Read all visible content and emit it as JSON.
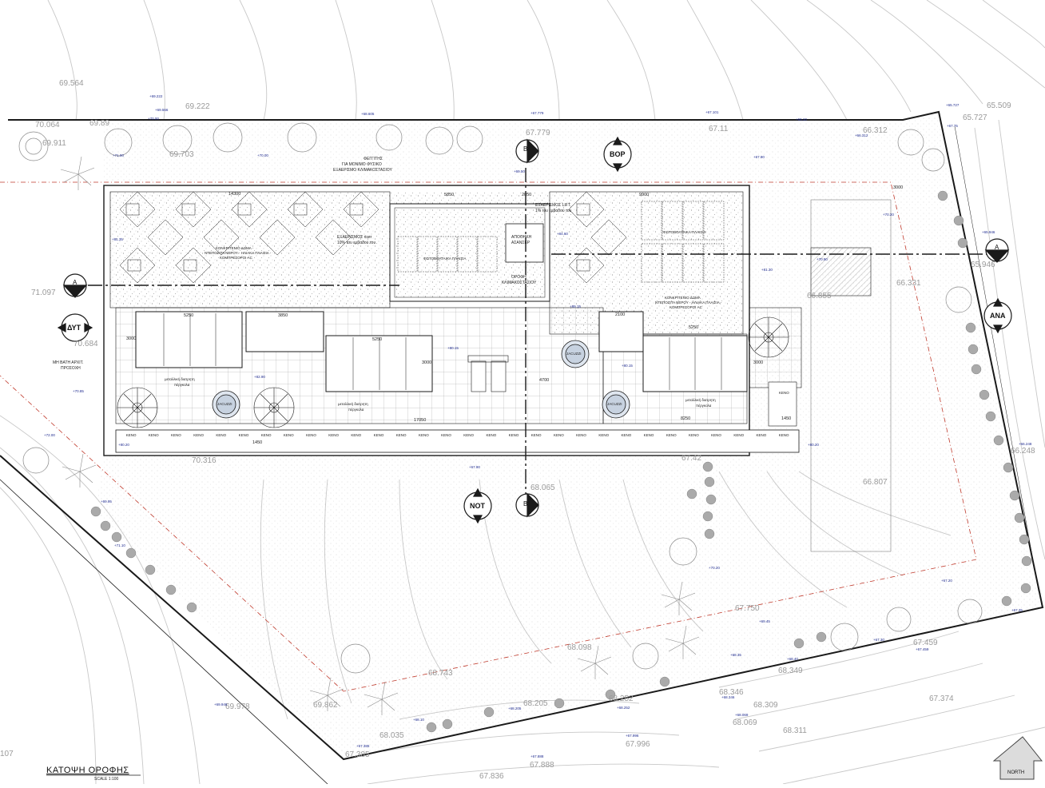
{
  "drawing": {
    "title": "ΚΑΤΟΨΗ ΟΡΟΦΗΣ",
    "scale_label": "SCALE   1:100",
    "north_label": "NORTH"
  },
  "directions": {
    "north": "ΒΟΡ",
    "south": "ΝΟΤ",
    "east": "ΑΝΑ",
    "west": "ΔΥΤ"
  },
  "sections": {
    "a_left": "A",
    "a_right": "A",
    "b_top": "B",
    "b_bottom": "B"
  },
  "notes": {
    "lights": "ΦΕΓΓΙΤΗΣ",
    "lights_2": "ΓΙΑ ΜΟΝΙΜΟ ΦΥΣΙΚΟ",
    "lights_3": "ΕΞΑΕΡΙΣΜΟ ΚΛΙΜΑΚΟΣΤΑΣΙΟΥ",
    "vent_lift": "ΕΞΑΕΡΙΣΜΟΣ LIFT,",
    "vent_lift_2": "1% του εμβαδού του",
    "vent_riser": "ΕΞΑΕΡΙΣΜΟΣ riser",
    "vent_riser_2": "10% του εμβαδού του",
    "concrete_left": "ΚΟΝΚΡΙΤΕΝΙΟ ΔΩΜΑ -",
    "concrete_left_2": "ΝΤΕΠΟΖΙΤΑ ΝΕΡΟΥ - ΗΛΙΑΚΑ ΠΛΑΙΣΙΑ -",
    "concrete_left_3": "ΚΟΜΠΡΕΣΟΡΟΙ AC",
    "concrete_right": "ΚΟΝΚΡΙΤΕΝΙΟ ΔΩΜΑ",
    "concrete_right_2": "ΝΤΕΠΟΖΙΤΑ ΝΕΡΟΥ - ΗΛΙΑΚΑ ΠΛΑΙΣΙΑ -",
    "concrete_right_3": "ΚΟΜΠΡΕΣΟΡΟΙ AC",
    "pv_center": "ΦΩΤΟΒΟΛΤΑΙΚΑ ΠΛΑΙΣΙΑ",
    "pv_right": "ΦΩΤΟΒΟΛΤΑΙΚΑ ΠΛΑΙΣΙΑ",
    "roof_stair": "ΟΡΟΦΗ",
    "roof_stair_2": "ΚΛΙΜΑΚΟΣΤΑΣΙΟΥ",
    "storage": "ΑΠΟΘΗΚΗ",
    "storage_2": "ΑΣΑΝΣΕΡ",
    "pergola_1": "μεταλλική διατρητη",
    "pergola_1b": "πέργκολα",
    "pergola_2": "μεταλλική διατρητη",
    "pergola_2b": "πέργκολα",
    "pergola_3": "μεταλλική διατρητη",
    "pergola_3b": "πέργκολα",
    "warning": "ΜΗ ΒΑΤΗ ΑΡΧΙΤ.",
    "warning_2": "ΠΡΟΣΟΧΗ",
    "jacuzzi": "JACUZZI",
    "void": "ΚΕΝΟ"
  },
  "dimensions": {
    "d_14300": "14300",
    "d_5850": "5850",
    "d_2050": "2050",
    "d_9900": "9900",
    "d_5250a": "5250",
    "d_3850": "3850",
    "d_5250b": "5250",
    "d_5250c": "5250",
    "d_17050": "17050",
    "d_8250": "8250",
    "d_2100": "2100",
    "d_1450": "1450",
    "d_3000a": "3000",
    "d_3000b": "3000",
    "d_3000c": "3000",
    "d_4700": "4700",
    "d_3000r": "3000",
    "d_1450b": "1450"
  },
  "elevations": {
    "e1": "69.564",
    "e2": "69.222",
    "e3": "70.064",
    "e4": "69.89",
    "e5": "69.911",
    "e6": "69.703",
    "e7": "67.779",
    "e8": "67.11",
    "e9": "66.312",
    "e10": "65.727",
    "e11": "65.509",
    "e12": "65.946",
    "e13": "66.331",
    "e14": "66.855",
    "e15": "71.097",
    "e16": "70.684",
    "e17": "70.316",
    "e18": "68.065",
    "e19": "67.42",
    "e20": "66.807",
    "e21": "66.248",
    "e22": "67.750",
    "e23": "67.459",
    "e24": "68.349",
    "e25": "68.098",
    "e26": "68.743",
    "e27": "68.346",
    "e28": "68.309",
    "e29": "68.069",
    "e30": "68.311",
    "e31": "68.205",
    "e32": "68.252",
    "e33": "69.862",
    "e34": "68.035",
    "e35": "67.374",
    "e36": "67.996",
    "e37": "67.888",
    "e38": "67.836",
    "e39": "67.385",
    "e40": "69.978",
    "e41": "107"
  },
  "markers": {
    "m1": "+69.222",
    "m2": "+69.566",
    "m3": "+70.00",
    "m4": "+68.605",
    "m5": "+67.779",
    "m6": "+67.101",
    "m7": "+66.10",
    "m8": "+66.312",
    "m9": "+65.727",
    "m10": "+67.75",
    "m11": "+71.00",
    "m12": "+70.00",
    "m13": "+69.50",
    "m14": "+67.90",
    "m15": "+70.20",
    "m16": "+65.946",
    "m17": "+81.35",
    "m18": "+84.60",
    "m19": "+81.30",
    "m20": "+70.90",
    "m21": "+89.15",
    "m22": "+80.15",
    "m23": "+80.15",
    "m24": "+82.90",
    "m25": "+70.85",
    "m26": "+72.00",
    "m27": "+80.20",
    "m28": "+80.20",
    "m29": "+67.90",
    "m30": "+69.95",
    "m31": "+71.10",
    "m32": "+70.20",
    "m33": "+67.20",
    "m34": "+66.248",
    "m35": "+69.45",
    "m36": "+68.35",
    "m37": "+68.40",
    "m38": "+67.30",
    "m39": "+67.459",
    "m40": "+68.10",
    "m41": "+68.205",
    "m42": "+68.252",
    "m43": "+68.346",
    "m44": "+68.069",
    "m45": "+67.996",
    "m46": "+67.888",
    "m47": "+67.385",
    "m48": "+69.946",
    "m49": "+67.35",
    "m50": "+66.248b"
  },
  "colors": {
    "line": "#1a1a1a",
    "contour": "#c8c8c8",
    "boundary_dash": "#c0392b",
    "marker_blue": "#1f2b8f"
  }
}
